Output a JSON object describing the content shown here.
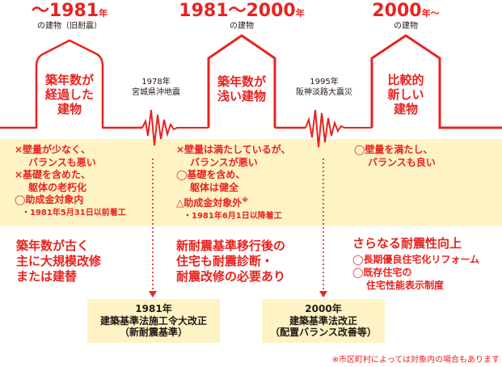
{
  "eras": [
    {
      "title_pre": "〜1981",
      "title_post": "年",
      "sub": "の建物（旧耐震）",
      "house_label": [
        "築年数が",
        "経過した",
        "建物"
      ]
    },
    {
      "title_pre": "1981〜2000",
      "title_post": "年",
      "sub": "の建物",
      "house_label": [
        "築年数が",
        "浅い建物"
      ]
    },
    {
      "title_pre": "2000",
      "title_post": "年〜",
      "sub": "の建物",
      "house_label": [
        "比較的",
        "新しい",
        "建物"
      ]
    }
  ],
  "quakes": [
    {
      "year": "1978年",
      "name": "宮城県沖地震"
    },
    {
      "year": "1995年",
      "name": "阪神淡路大震災"
    }
  ],
  "notes": {
    "col1": [
      "×壁量が少なく、",
      "バランスも悪い",
      "×基礎を含めた、",
      "躯体の老朽化",
      "◯助成金対象内",
      "・1981年5月31日以前着工"
    ],
    "col2": [
      "×壁量は満たしているが、",
      "バランスが悪い",
      "◯基礎を含め、",
      "躯体は健全",
      "△助成金対象外",
      "※",
      "・1981年6月1日以降着工"
    ],
    "col3": [
      "◯壁量を満たし、",
      "バランスも良い"
    ]
  },
  "summary": {
    "col1": [
      "築年数が古く",
      "主に大規模改修",
      "または建替"
    ],
    "col2": [
      "新耐震基準移行後の",
      "住宅も耐震診断・",
      "耐震改修の必要あり"
    ],
    "col3_head": "さらなる耐震性向上",
    "col3_items": [
      "◯長期優良住宅化リフォーム",
      "◯既存住宅の",
      "住宅性能表示制度"
    ]
  },
  "revisions": [
    {
      "lines": [
        "1981年",
        "建築基準法施工令大改正",
        "（新耐震基準）"
      ]
    },
    {
      "lines": [
        "2000年",
        "建築基準法改正",
        "（配置バランス改善等）"
      ]
    }
  ],
  "footnote": "※市区町村によっては対象内の場合もあります",
  "colors": {
    "accent": "#e8231f",
    "band": "#fdf3c4",
    "text": "#231815"
  }
}
